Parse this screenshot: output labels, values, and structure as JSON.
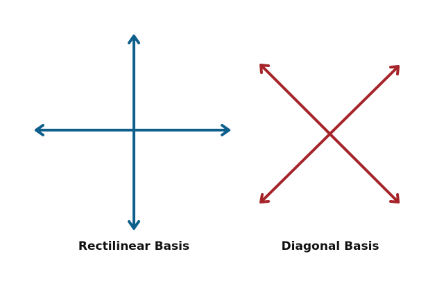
{
  "colors": {
    "rectilinear": "#0e5f8c",
    "diagonal": "#a5252a",
    "background": "#ffffff"
  },
  "panels": [
    {
      "label": "Rectilinear Basis",
      "arrows": [
        "double-headed horizontal",
        "double-headed vertical"
      ]
    },
    {
      "label": "Diagonal Basis",
      "arrows": [
        "double-headed diagonal up-right",
        "double-headed diagonal down-right"
      ]
    }
  ]
}
